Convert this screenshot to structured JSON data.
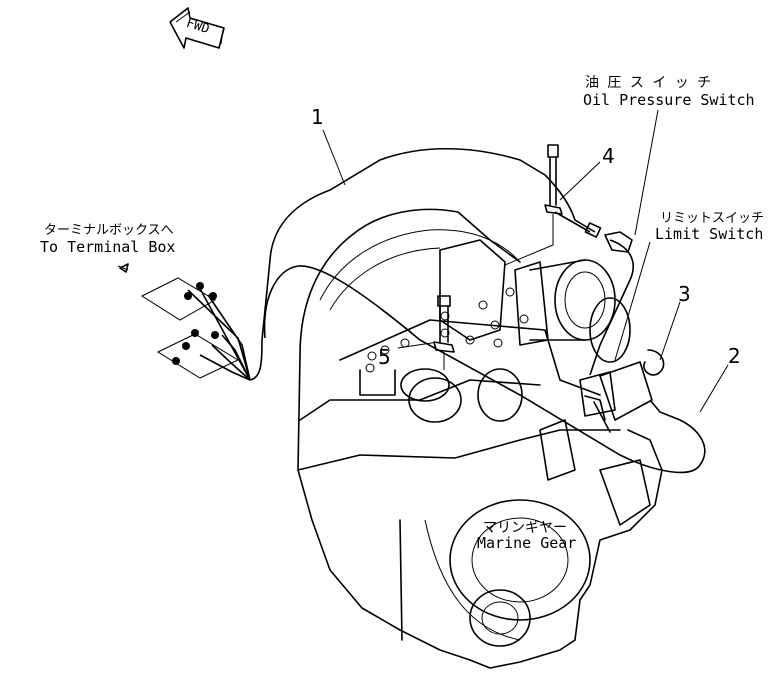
{
  "fwd_arrow": {
    "label": "FWD"
  },
  "labels": {
    "oil_pressure_switch": {
      "jp": "油 圧 ス イ ッ チ",
      "en": "Oil Pressure Switch"
    },
    "limit_switch": {
      "jp": "リミットスイッチ",
      "en": "Limit Switch"
    },
    "terminal_box": {
      "jp": "ターミナルボックスへ",
      "en": "To Terminal Box"
    },
    "marine_gear": {
      "jp": "マリンギヤー",
      "en": "Marine Gear"
    }
  },
  "callouts": [
    "1",
    "2",
    "3",
    "4",
    "5"
  ]
}
